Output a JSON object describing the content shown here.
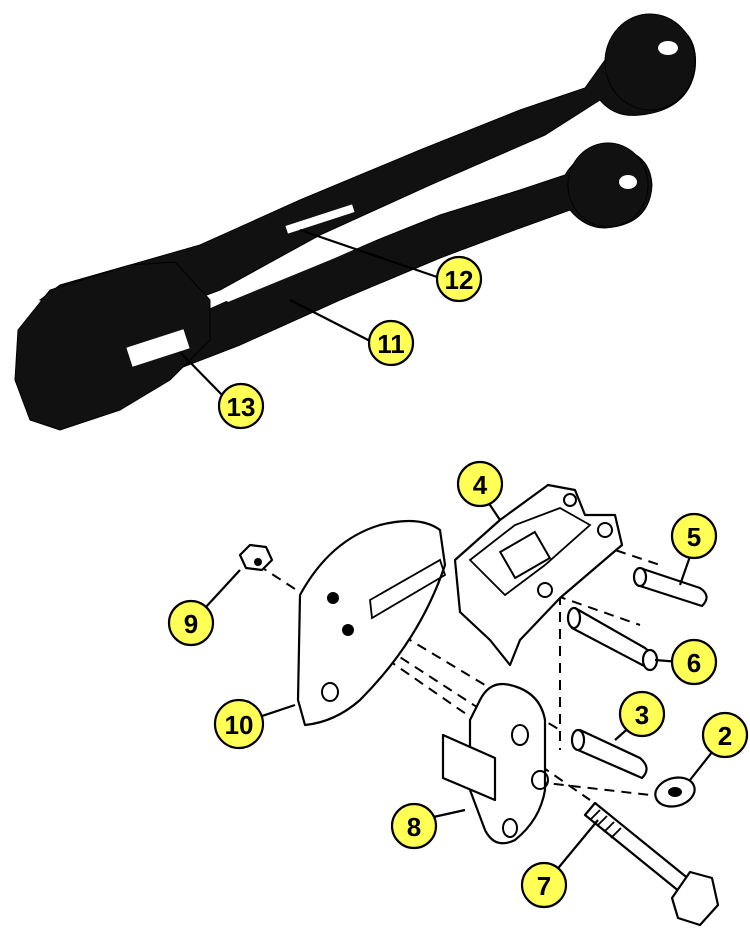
{
  "callouts": [
    {
      "id": "c12",
      "label": "12"
    },
    {
      "id": "c11",
      "label": "11"
    },
    {
      "id": "c13",
      "label": "13"
    },
    {
      "id": "c4",
      "label": "4"
    },
    {
      "id": "c5",
      "label": "5"
    },
    {
      "id": "c6",
      "label": "6"
    },
    {
      "id": "c9",
      "label": "9"
    },
    {
      "id": "c10",
      "label": "10"
    },
    {
      "id": "c3",
      "label": "3"
    },
    {
      "id": "c2",
      "label": "2"
    },
    {
      "id": "c8",
      "label": "8"
    },
    {
      "id": "c7",
      "label": "7"
    }
  ],
  "colors": {
    "callout_fill": "#ffff55",
    "ink": "#000000",
    "background": "#ffffff"
  }
}
